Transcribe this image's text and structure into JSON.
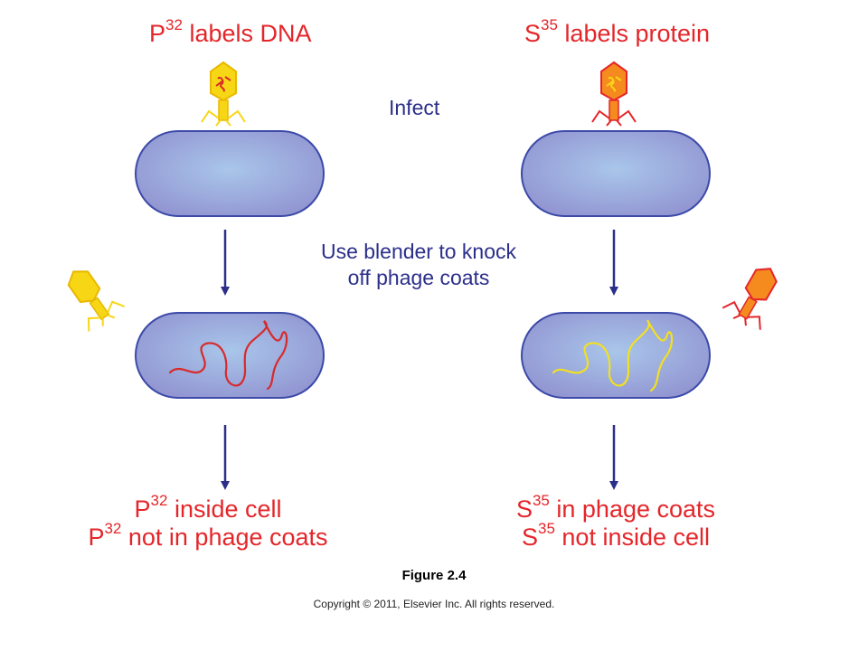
{
  "labels": {
    "left_top_base": "P",
    "left_top_sup": "32",
    "left_top_text": " labels DNA",
    "right_top_base": "S",
    "right_top_sup": "35",
    "right_top_text": " labels protein",
    "infect": "Infect",
    "blender_line1": "Use blender to knock",
    "blender_line2": "off phage coats",
    "left_bottom_line1_base": "P",
    "left_bottom_line1_sup": "32",
    "left_bottom_line1_text": " inside cell",
    "left_bottom_line2_base": "P",
    "left_bottom_line2_sup": "32",
    "left_bottom_line2_text": " not in phage coats",
    "right_bottom_line1_base": "S",
    "right_bottom_line1_sup": "35",
    "right_bottom_line1_text": " in phage coats",
    "right_bottom_line2_base": "S",
    "right_bottom_line2_sup": "35",
    "right_bottom_line2_text": " not inside cell"
  },
  "caption": {
    "figure": "Figure 2.4",
    "copyright": "Copyright © 2011, Elsevier Inc. All rights reserved."
  },
  "colors": {
    "label_red": "#e4262a",
    "text_blue": "#2c2f8a",
    "cell_fill": "#9aa3d8",
    "cell_center": "#a9c6ea",
    "cell_stroke": "#3c4aa8",
    "phage_yellow": "#f7d616",
    "phage_yellow_stroke": "#e8b800",
    "phage_orange": "#f58a1f",
    "phage_red_stroke": "#e4262a",
    "dna_red": "#d82a2a",
    "dna_yellow": "#f3e020",
    "arrow": "#2c2f8a"
  },
  "icons": {
    "phage": "bacteriophage-icon",
    "cell": "bacterial-cell-icon",
    "arrow": "down-arrow-icon"
  }
}
